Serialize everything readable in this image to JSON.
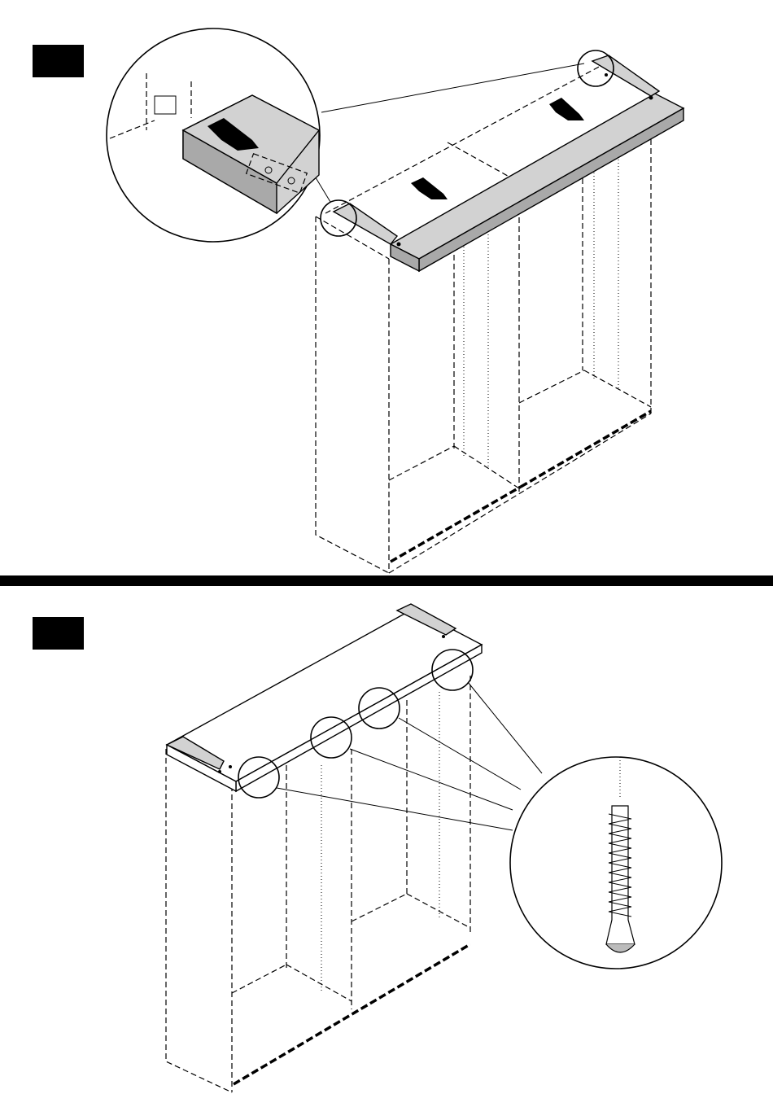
{
  "steps": [
    {
      "id": "step-1",
      "badge_color": "#000000"
    },
    {
      "id": "step-2",
      "badge_color": "#000000"
    }
  ],
  "colors": {
    "ink": "#000000",
    "board_fill": "#d2d2d2",
    "board_shadow": "#a9a9a9",
    "background": "#ffffff"
  },
  "icons": [
    "push-arrow-icon",
    "magnifier-circle",
    "screw-icon",
    "connector-fitting-icon"
  ]
}
